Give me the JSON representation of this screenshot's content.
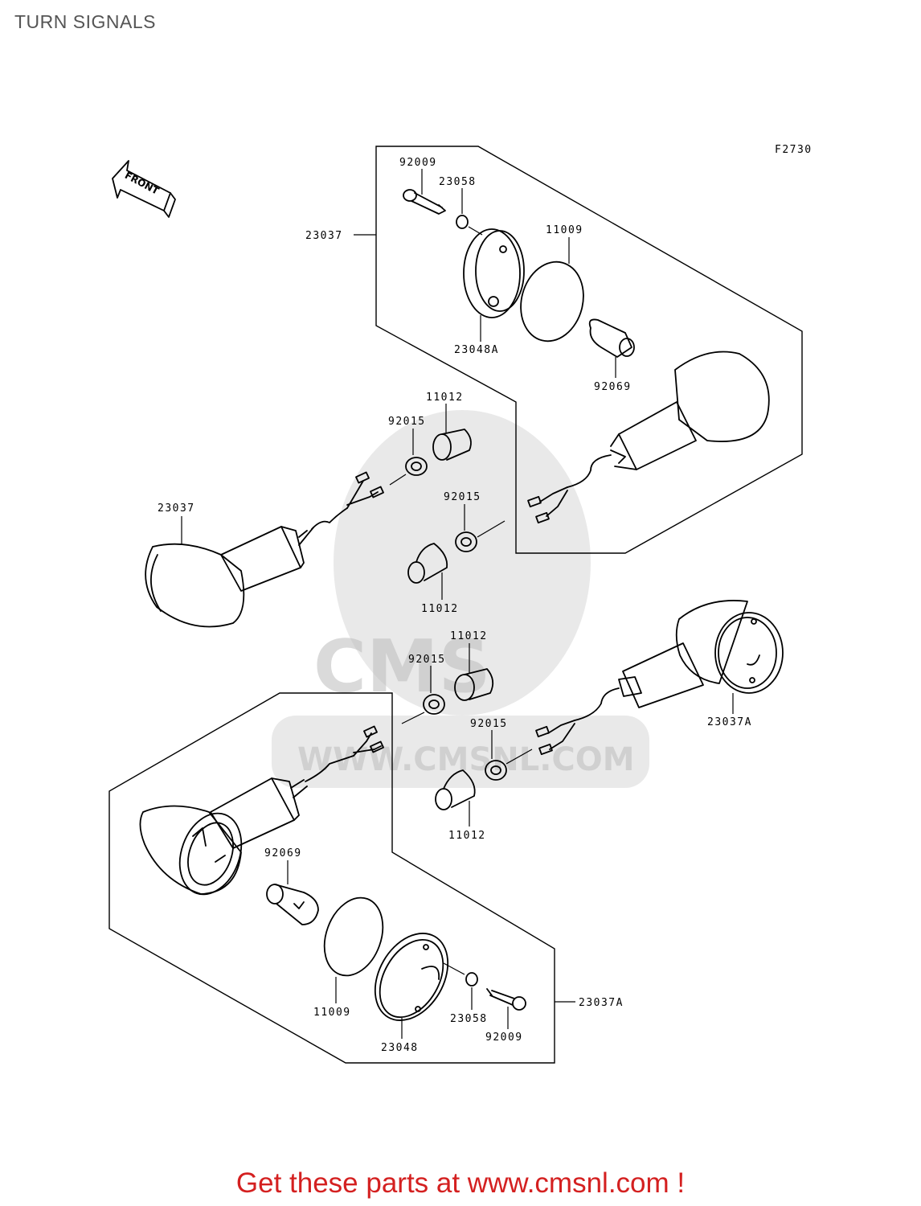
{
  "page": {
    "title": "TURN SIGNALS"
  },
  "diagram": {
    "figure_code": "F2730",
    "front_indicator": "FRONT",
    "watermark": {
      "text": "WWW.CMSNL.COM",
      "logo": "CMS"
    },
    "labels": {
      "top_92009": "92009",
      "top_23058": "23058",
      "top_23037": "23037",
      "top_11009": "11009",
      "top_23048A": "23048A",
      "top_92069": "92069",
      "mid_11012_a": "11012",
      "mid_92015_a": "92015",
      "left_23037": "23037",
      "mid_92015_b": "92015",
      "mid_11012_b": "11012",
      "mid_11012_c": "11012",
      "mid_92015_c": "92015",
      "right_23037A": "23037A",
      "mid_92015_d": "92015",
      "mid_11012_d": "11012",
      "bot_92069": "92069",
      "bot_11009": "11009",
      "bot_23048": "23048",
      "bot_23058": "23058",
      "bot_92009": "92009",
      "bot_23037A": "23037A"
    }
  },
  "footer": {
    "text": "Get these parts at www.cmsnl.com !"
  }
}
